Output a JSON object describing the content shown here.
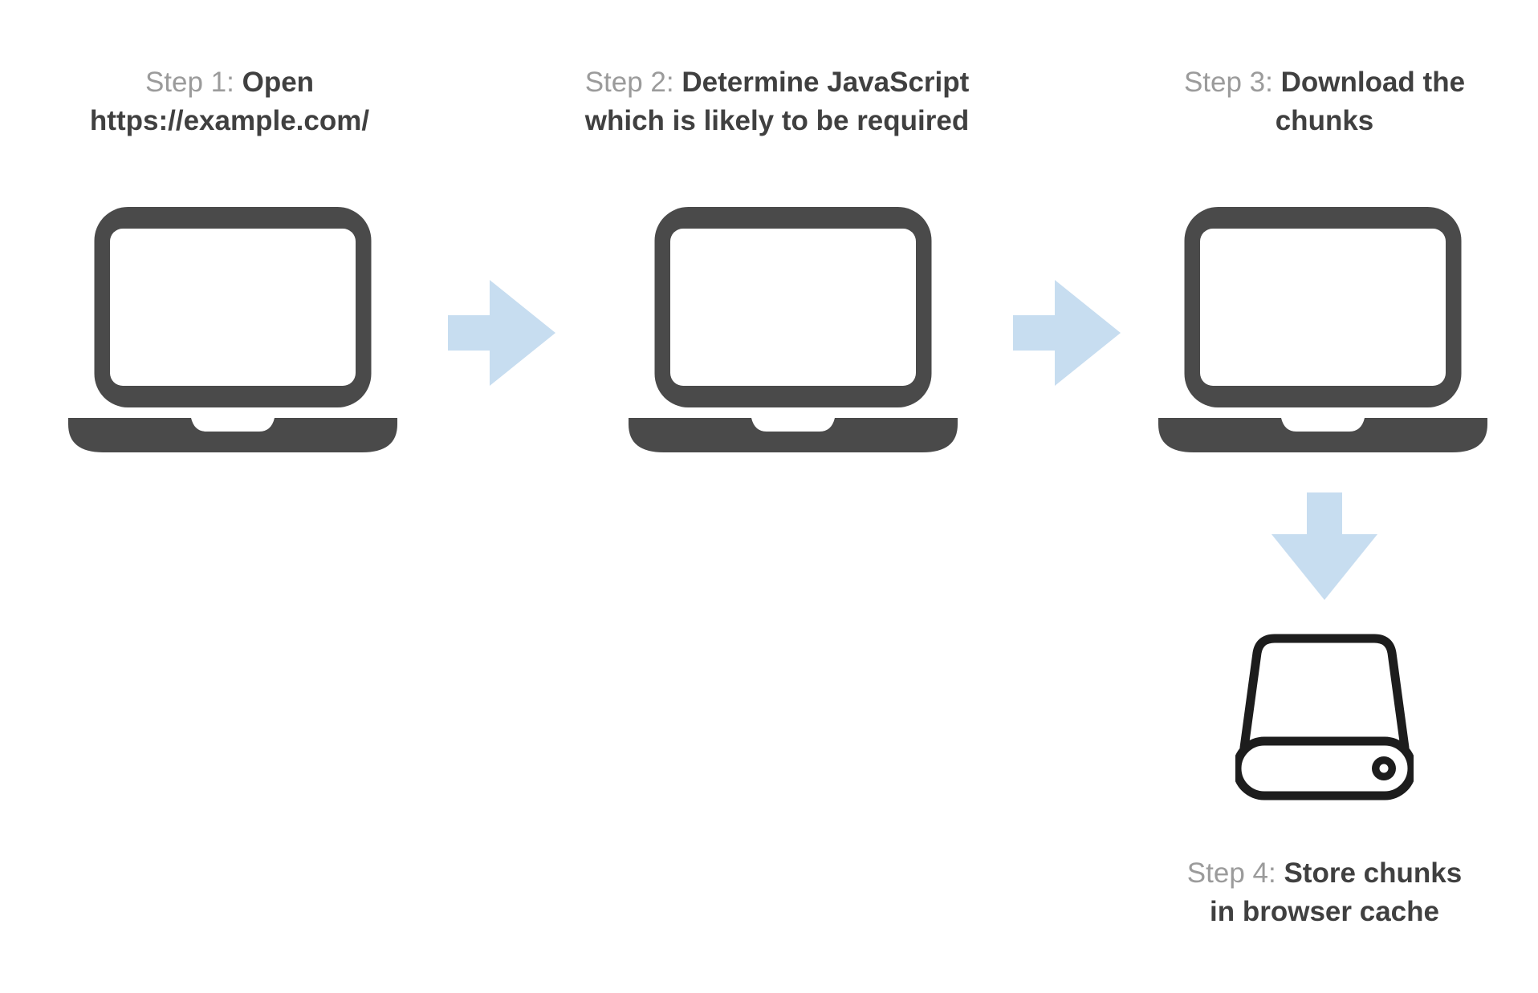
{
  "title": "JavaScript chunk loading flow diagram",
  "colors": {
    "background": "#ffffff",
    "arrow": "#c7ddf0",
    "laptop_fill": "#4a4a4a",
    "drive_stroke": "#1d1d1d",
    "step_label_gray": "#9b9b9b",
    "step_text_dark": "#404040"
  },
  "steps": [
    {
      "label": "Step 1:",
      "line1": "Open",
      "line2": "https://example.com/",
      "icon": "laptop"
    },
    {
      "label": "Step 2:",
      "line1": "Determine JavaScript",
      "line2": "which is likely to be required",
      "icon": "laptop"
    },
    {
      "label": "Step 3:",
      "line1": "Download the",
      "line2": "chunks",
      "icon": "laptop"
    },
    {
      "label": "Step 4:",
      "line1": "Store chunks",
      "line2": "in browser cache",
      "icon": "hard-drive"
    }
  ],
  "arrows": [
    {
      "from": "step-1",
      "to": "step-2",
      "direction": "right"
    },
    {
      "from": "step-2",
      "to": "step-3",
      "direction": "right"
    },
    {
      "from": "step-3",
      "to": "step-4",
      "direction": "down"
    }
  ]
}
